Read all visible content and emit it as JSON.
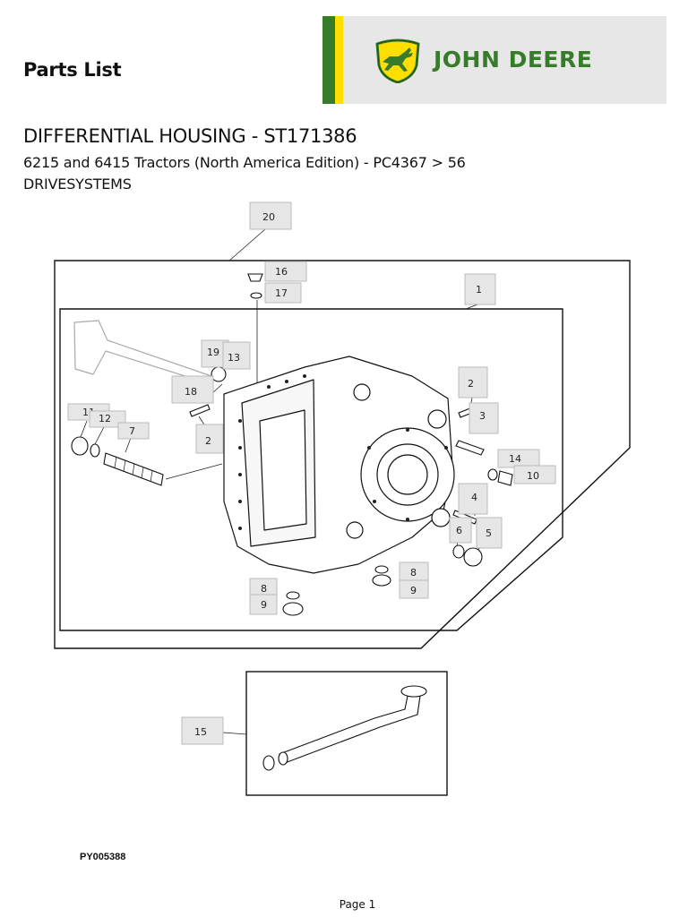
{
  "header": {
    "heading": "Parts List",
    "brand": {
      "name": "JOHN DEERE",
      "green": "#367c2b",
      "yellow": "#ffde00",
      "logo_icon": "leaping-deer-logo"
    }
  },
  "document": {
    "title": "DIFFERENTIAL HOUSING - ST171386",
    "subtitle": "6215 and 6415 Tractors (North America Edition) - PC4367 > 56",
    "category": "DRIVESYSTEMS"
  },
  "callouts": [
    "20",
    "16",
    "17",
    "1",
    "19",
    "13",
    "18",
    "2",
    "11",
    "12",
    "7",
    "2",
    "3",
    "14",
    "10",
    "4",
    "6",
    "5",
    "8",
    "9",
    "8",
    "9",
    "15"
  ],
  "figure_id": "PY005388",
  "footer": {
    "page": "Page 1"
  }
}
